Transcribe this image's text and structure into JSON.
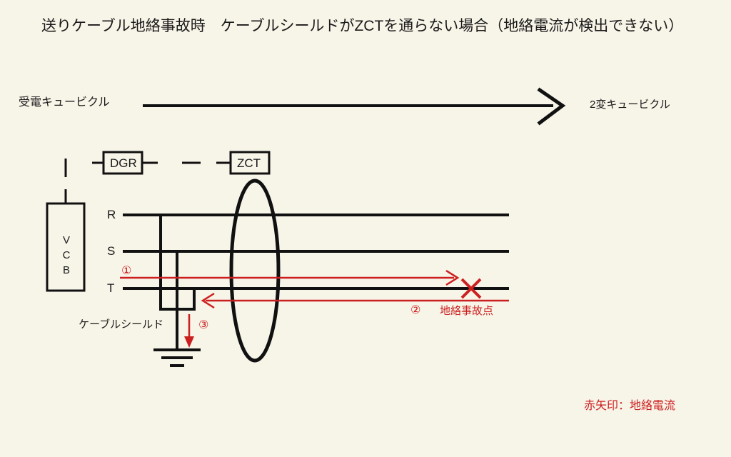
{
  "title": "送りケーブル地絡事故時　ケーブルシールドがZCTを通らない場合（地絡電流が検出できない）",
  "labels": {
    "receiving_cubicle": "受電キュービクル",
    "destination_cubicle": "2変キュービクル",
    "cable_shield": "ケーブルシールド",
    "fault_point": "地絡事故点",
    "legend_red_arrow": "赤矢印：地絡電流"
  },
  "phases": {
    "r": "R",
    "s": "S",
    "t": "T"
  },
  "components": {
    "dgr": "DGR",
    "zct": "ZCT",
    "vcb_line1": "V",
    "vcb_line2": "C",
    "vcb_line3": "B"
  },
  "markers": {
    "one": "①",
    "two": "②",
    "three": "③"
  },
  "colors": {
    "background": "#f7f4e8",
    "line": "#111111",
    "fault_current": "#cc1f1f"
  }
}
